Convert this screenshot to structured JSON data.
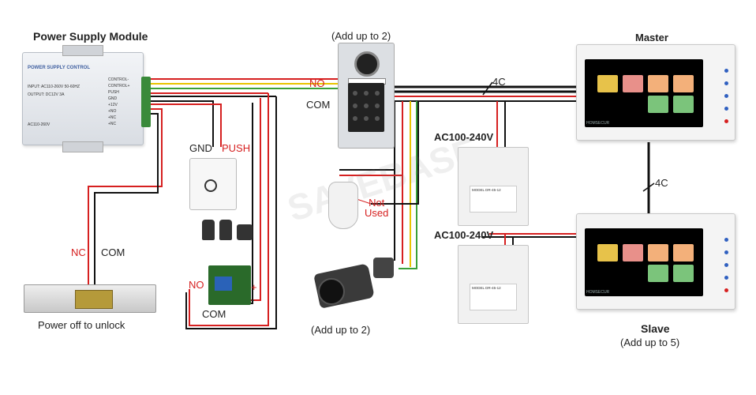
{
  "power_supply": {
    "title": "Power Supply Module",
    "panel_title": "POWER SUPPLY CONTROL",
    "input_text": "INPUT: AC110-260V 50-60HZ",
    "output_text": "OUTPUT: DC12V 3A",
    "ac_text": "AC110-260V",
    "terminals": [
      "CONTROL-",
      "CONTROL+",
      "PUSH",
      "GND",
      "+12V",
      "+NO",
      "+NC",
      "+NC"
    ]
  },
  "lock": {
    "nc_label": "NC",
    "com_label": "COM",
    "caption": "Power off to unlock"
  },
  "exit_button": {
    "gnd_label": "GND",
    "push_label": "PUSH"
  },
  "relay": {
    "no_label": "NO",
    "com_label": "COM",
    "plus_label": "+",
    "minus_label": "-"
  },
  "door_station": {
    "add_label": "(Add up to 2)",
    "no_label": "NO",
    "com_label": "COM"
  },
  "wiring": {
    "top_cable_label": "4C",
    "between_monitors_label": "4C",
    "not_used_label": "Not\nUsed"
  },
  "psu_units": [
    {
      "ac_label": "AC100-240V",
      "model": "MODEL DR-45-12"
    },
    {
      "ac_label": "AC100-240V",
      "model": "MODEL DR-45-12"
    }
  ],
  "camera": {
    "add_label": "(Add up to 2)"
  },
  "monitors": {
    "master_label": "Master",
    "slave_label": "Slave",
    "slave_sub_label": "(Add up to 5)",
    "brand": "HOMSECUR"
  },
  "watermark": "SAVEBASE",
  "colors": {
    "red_wire": "#d62020",
    "black_wire": "#111111",
    "yellow_wire": "#e8c400",
    "green_wire": "#3aa03a",
    "tile_yellow": "#e7c24a",
    "tile_pink": "#e8908a",
    "tile_peach": "#f3b07a",
    "tile_green": "#7bc47b"
  }
}
